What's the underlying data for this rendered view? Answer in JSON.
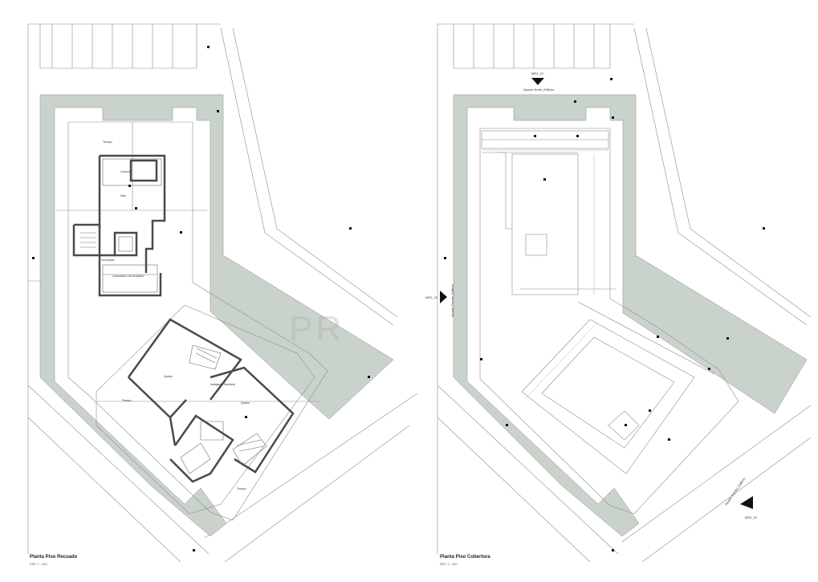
{
  "colors": {
    "green_band": "#c9d3cc",
    "line": "#8c8c8c",
    "wall": "#4a4a4a",
    "marker": "#111111"
  },
  "watermark": "PR",
  "left_plan": {
    "title": "Planta Piso Recuado",
    "scale": "ESC 1 : 100",
    "rooms": {
      "terraco_top": "Terraço",
      "cozinha": "Cozinha",
      "sala": "Sala",
      "circulacao": "Circulação",
      "lavandaria": "Lavandaria / Arrumações",
      "quarto_1": "Quarto",
      "quarto_2": "Quarto",
      "instalacao": "Instalação Sanitária",
      "terraco_mid": "Terraço",
      "terraco_low": "Terraço"
    }
  },
  "right_plan": {
    "title": "Planta Piso Cobertura",
    "scale": "ESC 1 : 100",
    "section_marks": {
      "top_code": "MR2_22",
      "top_label": "Alçado Norte_Edifício",
      "left_code": "MR2_22",
      "left_label": "Alçado Poente_Edifício",
      "right_code": "MR2_22",
      "right_label": "Alçado Sul/Sul_Edifício"
    }
  }
}
